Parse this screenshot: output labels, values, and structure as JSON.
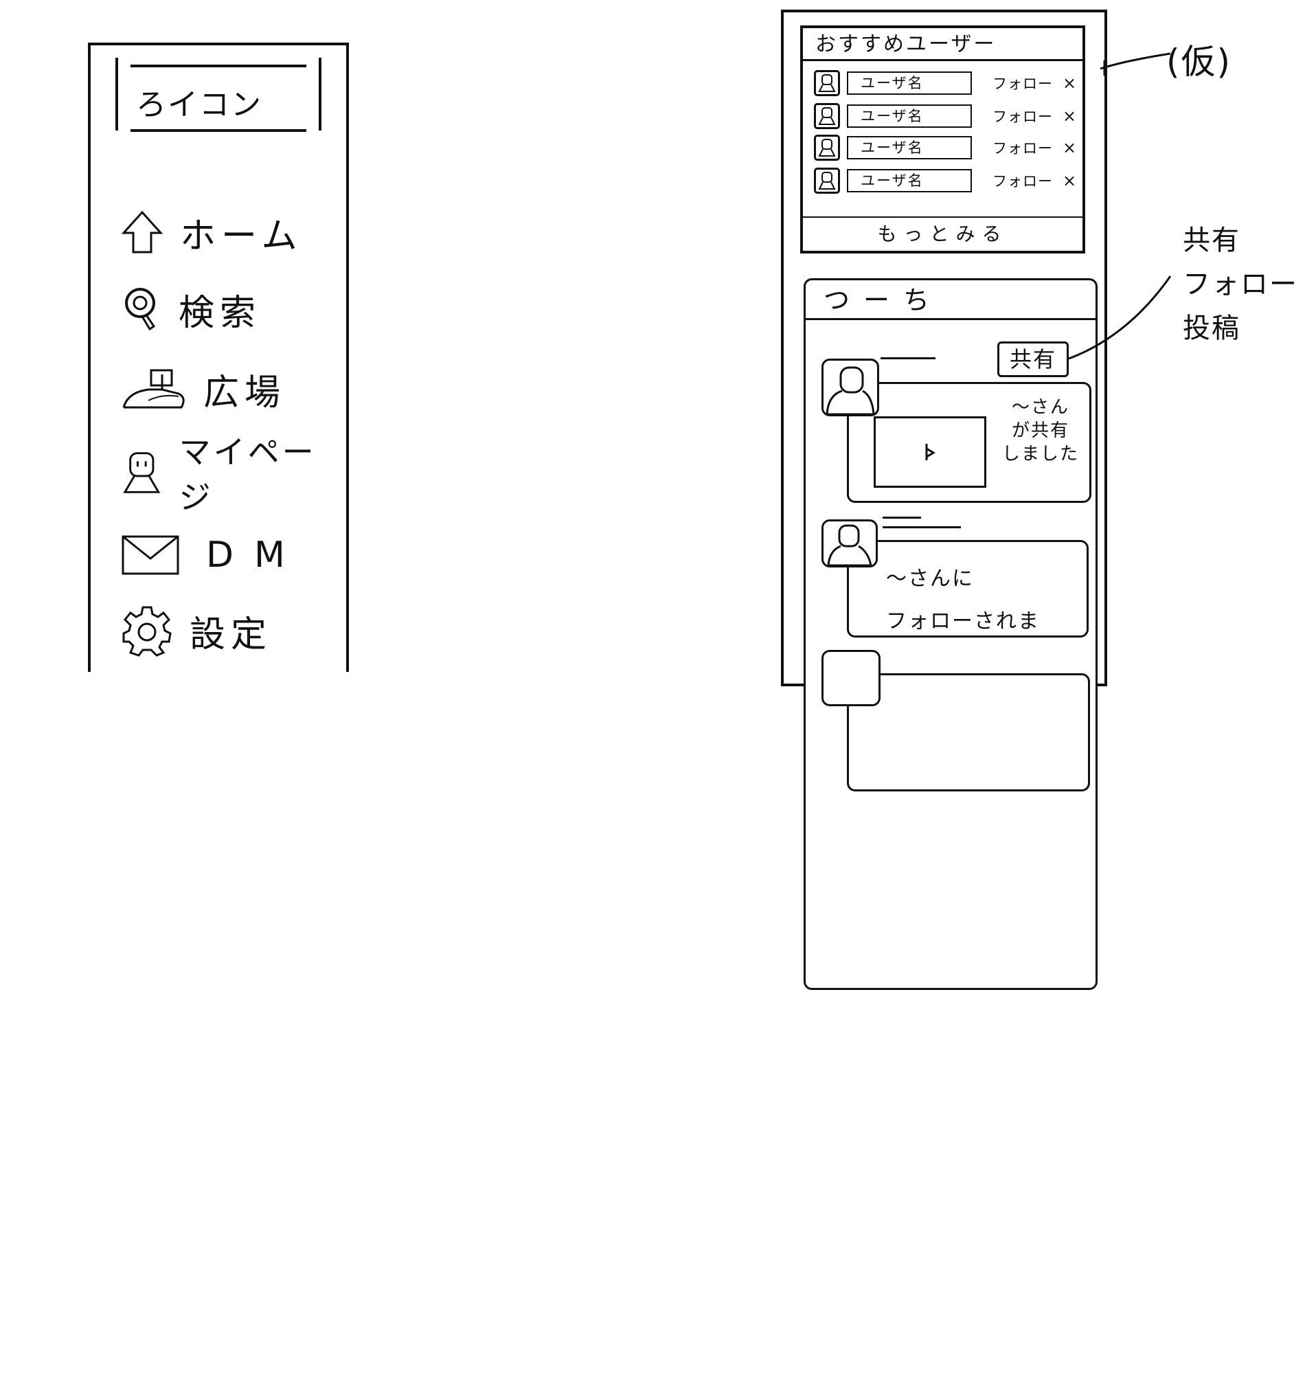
{
  "sidebar": {
    "logo": "ろイコン",
    "items": [
      {
        "label": "ホーム",
        "icon": "home-icon"
      },
      {
        "label": "検索",
        "icon": "search-icon"
      },
      {
        "label": "広場",
        "icon": "plaza-icon"
      },
      {
        "label": "マイページ",
        "icon": "user-icon"
      },
      {
        "label": "DM",
        "icon": "mail-icon"
      },
      {
        "label": "設定",
        "icon": "gear-icon"
      }
    ]
  },
  "recommend": {
    "title": "おすすめユーザー",
    "rows": [
      {
        "name": "ユーザ名",
        "follow": "フォロー",
        "close": "×"
      },
      {
        "name": "ユーザ名",
        "follow": "フォロー",
        "close": "×"
      },
      {
        "name": "ユーザ名",
        "follow": "フォロー",
        "close": "×"
      },
      {
        "name": "ユーザ名",
        "follow": "フォロー",
        "close": "×"
      }
    ],
    "more": "もっとみる"
  },
  "notify": {
    "title": "つーち",
    "share_label": "共有",
    "post1_text": [
      "〜さん",
      "が共有",
      "しました"
    ],
    "post2_text": [
      "〜さんに",
      "フォローされま"
    ]
  },
  "annotations": {
    "tentative": "(仮)",
    "share_note": [
      "共有",
      "フォロー",
      "投稿"
    ]
  }
}
